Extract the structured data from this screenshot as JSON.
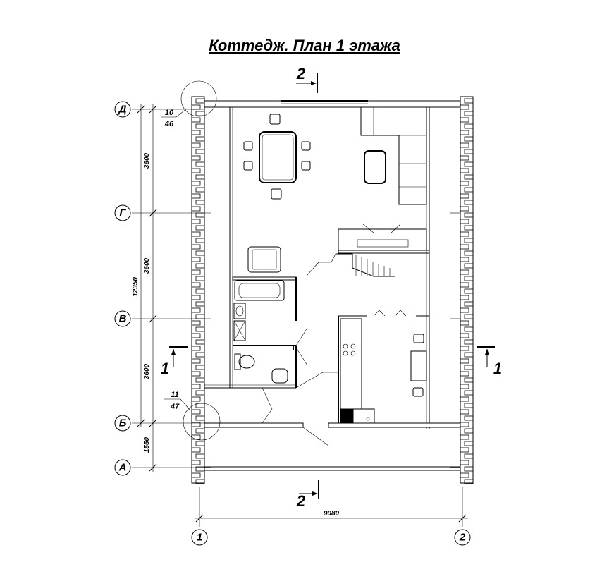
{
  "title": "Коттедж. План 1 этажа",
  "axes_letters": [
    {
      "label": "Д"
    },
    {
      "label": "Г"
    },
    {
      "label": "В"
    },
    {
      "label": "Б"
    },
    {
      "label": "А"
    }
  ],
  "axes_numbers": [
    {
      "label": "1"
    },
    {
      "label": "2"
    }
  ],
  "dimensions": {
    "segments": [
      "3600",
      "3600",
      "3600",
      "1550"
    ],
    "total_height": "12350",
    "total_width": "9080"
  },
  "sections": {
    "section_2_top": "2",
    "section_2_bottom": "2",
    "section_1_left": "1",
    "section_1_right": "1"
  },
  "nodes": {
    "node_top": {
      "numerator": "10",
      "denominator": "46"
    },
    "node_bottom": {
      "numerator": "11",
      "denominator": "47"
    }
  }
}
